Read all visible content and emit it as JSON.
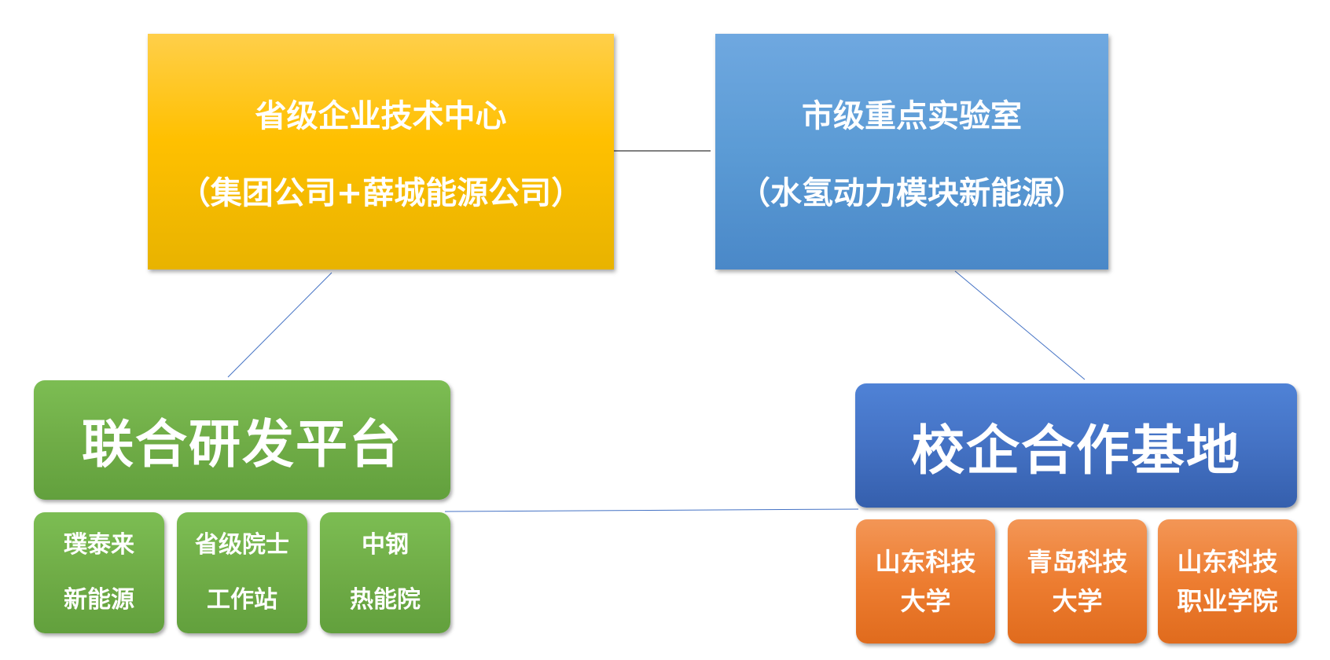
{
  "top_left": {
    "line1": "省级企业技术中心",
    "line2": "（集团公司+薛城能源公司）",
    "color": "#ffc000"
  },
  "top_right": {
    "line1": "市级重点实验室",
    "line2": "（水氢动力模块新能源）",
    "color": "#5b9bd5"
  },
  "joint_platform": {
    "title": "联合研发平台",
    "color": "#70ad47",
    "members": [
      {
        "line1": "璞泰来",
        "line2": "新能源"
      },
      {
        "line1": "省级院士",
        "line2": "工作站"
      },
      {
        "line1": "中钢",
        "line2": "热能院"
      }
    ]
  },
  "school_base": {
    "title": "校企合作基地",
    "color": "#4472c4",
    "member_color": "#ed7d31",
    "members": [
      {
        "line1": "山东科技",
        "line2": "大学"
      },
      {
        "line1": "青岛科技",
        "line2": "大学"
      },
      {
        "line1": "山东科技",
        "line2": "职业学院"
      }
    ]
  }
}
